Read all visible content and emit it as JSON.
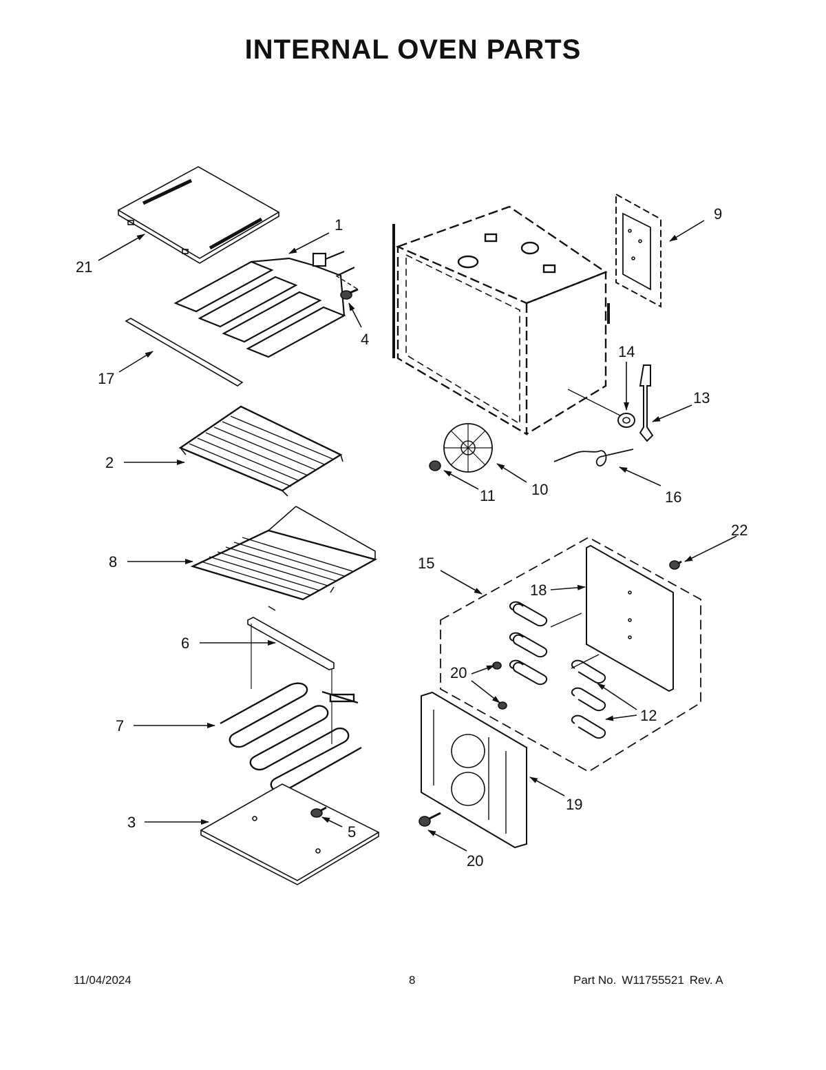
{
  "title": "INTERNAL OVEN PARTS",
  "callouts": {
    "c1": "1",
    "c2": "2",
    "c3": "3",
    "c4": "4",
    "c5": "5",
    "c6": "6",
    "c7": "7",
    "c8": "8",
    "c9": "9",
    "c10": "10",
    "c11": "11",
    "c12": "12",
    "c13": "13",
    "c14": "14",
    "c15": "15",
    "c16": "16",
    "c17": "17",
    "c18": "18",
    "c19": "19",
    "c20a": "20",
    "c20b": "20",
    "c21": "21",
    "c22": "22"
  },
  "footer": {
    "date": "11/04/2024",
    "page": "8",
    "part_label": "Part No.",
    "part_number": "W11755521",
    "rev": "Rev. A"
  }
}
